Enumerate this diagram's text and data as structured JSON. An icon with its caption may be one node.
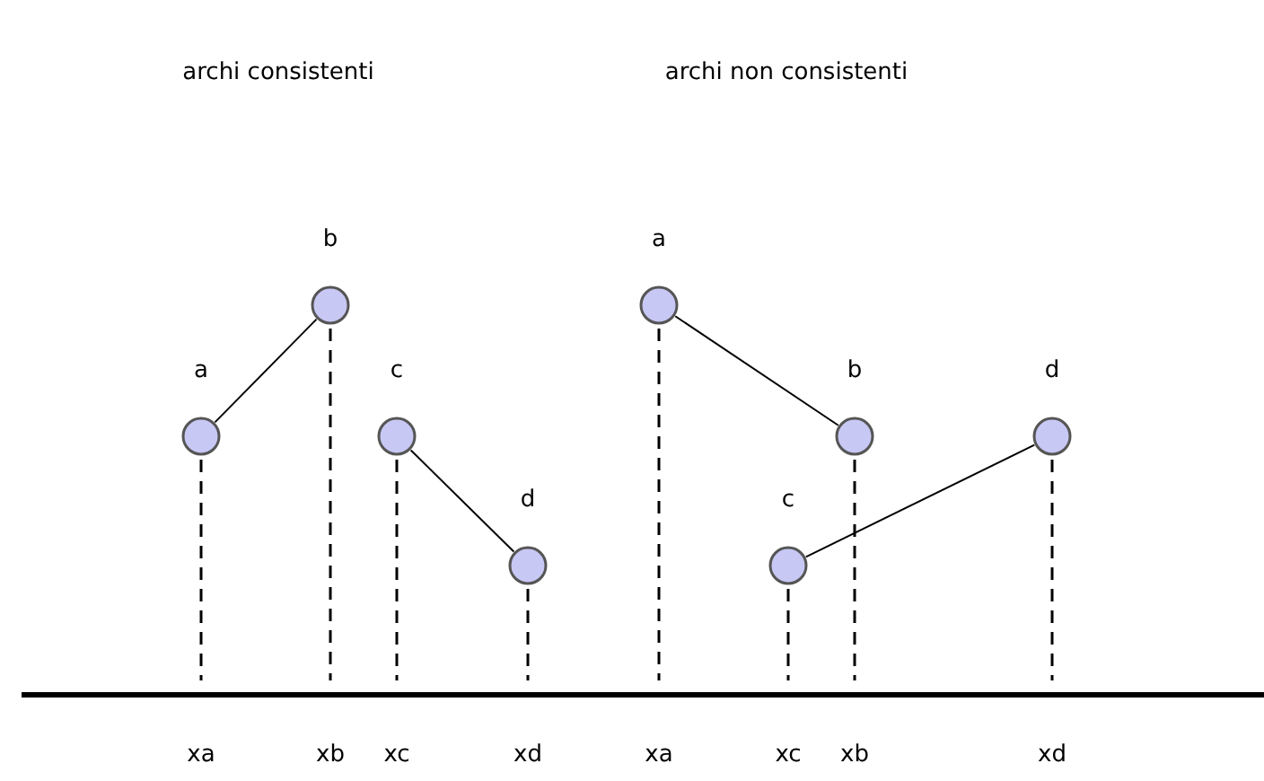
{
  "diagram": {
    "nodes": [
      {
        "text": [
          "a"
        ]
      },
      {
        "text": [
          "b"
        ]
      },
      {
        "text": [
          "c"
        ]
      },
      {
        "text": [
          "d"
        ]
      },
      {
        "text": [
          "a"
        ]
      },
      {
        "text": [
          "b"
        ]
      },
      {
        "text": [
          "c"
        ]
      },
      {
        "text": [
          "d"
        ]
      }
    ],
    "edges": [
      {
        "from": 0,
        "to": 1,
        "arrow": "none"
      },
      {
        "from": 2,
        "to": 3,
        "arrow": "none"
      },
      {
        "from": 4,
        "to": 5,
        "arrow": "none"
      },
      {
        "from": 6,
        "to": 7,
        "arrow": "none"
      }
    ],
    "labels": [
      "archi consistenti",
      "archi non consistenti",
      "xa",
      "xb",
      "xc",
      "xd",
      "xa",
      "xc",
      "xb",
      "xd"
    ]
  }
}
